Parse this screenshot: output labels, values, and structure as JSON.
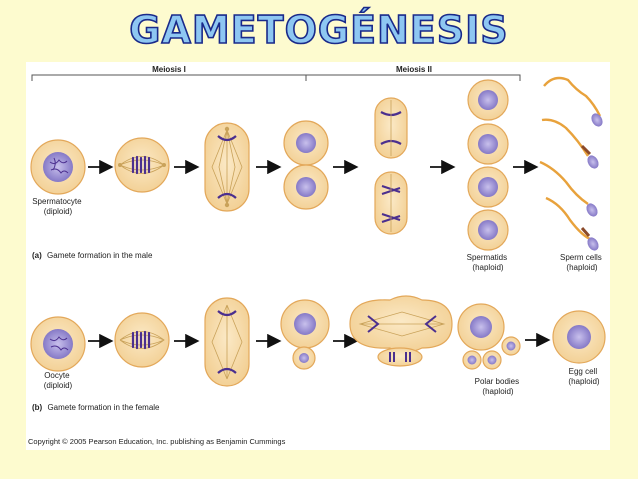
{
  "title": "GAMETOGÉNESIS",
  "meiosis_labels": {
    "meiosis_1": "Meiosis I",
    "meiosis_2": "Meiosis II"
  },
  "male": {
    "caption_letter": "(a)",
    "caption_text": "Gamete formation in the male",
    "start_cell": [
      "Spermatocyte",
      "(diploid)"
    ],
    "spermatids": [
      "Spermatids",
      "(haploid)"
    ],
    "sperm_cells": [
      "Sperm cells",
      "(haploid)"
    ]
  },
  "female": {
    "caption_letter": "(b)",
    "caption_text": "Gamete formation in the female",
    "start_cell": [
      "Oocyte",
      "(diploid)"
    ],
    "polar_bodies": [
      "Polar bodies",
      "(haploid)"
    ],
    "egg_cell": [
      "Egg cell",
      "(haploid)"
    ]
  },
  "copyright": "Copyright © 2005 Pearson Education, Inc. publishing as Benjamin Cummings",
  "colors": {
    "background": "#fdfbcf",
    "title_fill": "#8ec7f2",
    "title_stroke": "#1a2a8a",
    "cytoplasm": "#f6d9a8",
    "cell_border": "#e3a85a",
    "nucleus": "#a59ad6",
    "chromosome": "#4b2f8f",
    "spindle": "#c9a25a",
    "arrow": "#111111"
  }
}
